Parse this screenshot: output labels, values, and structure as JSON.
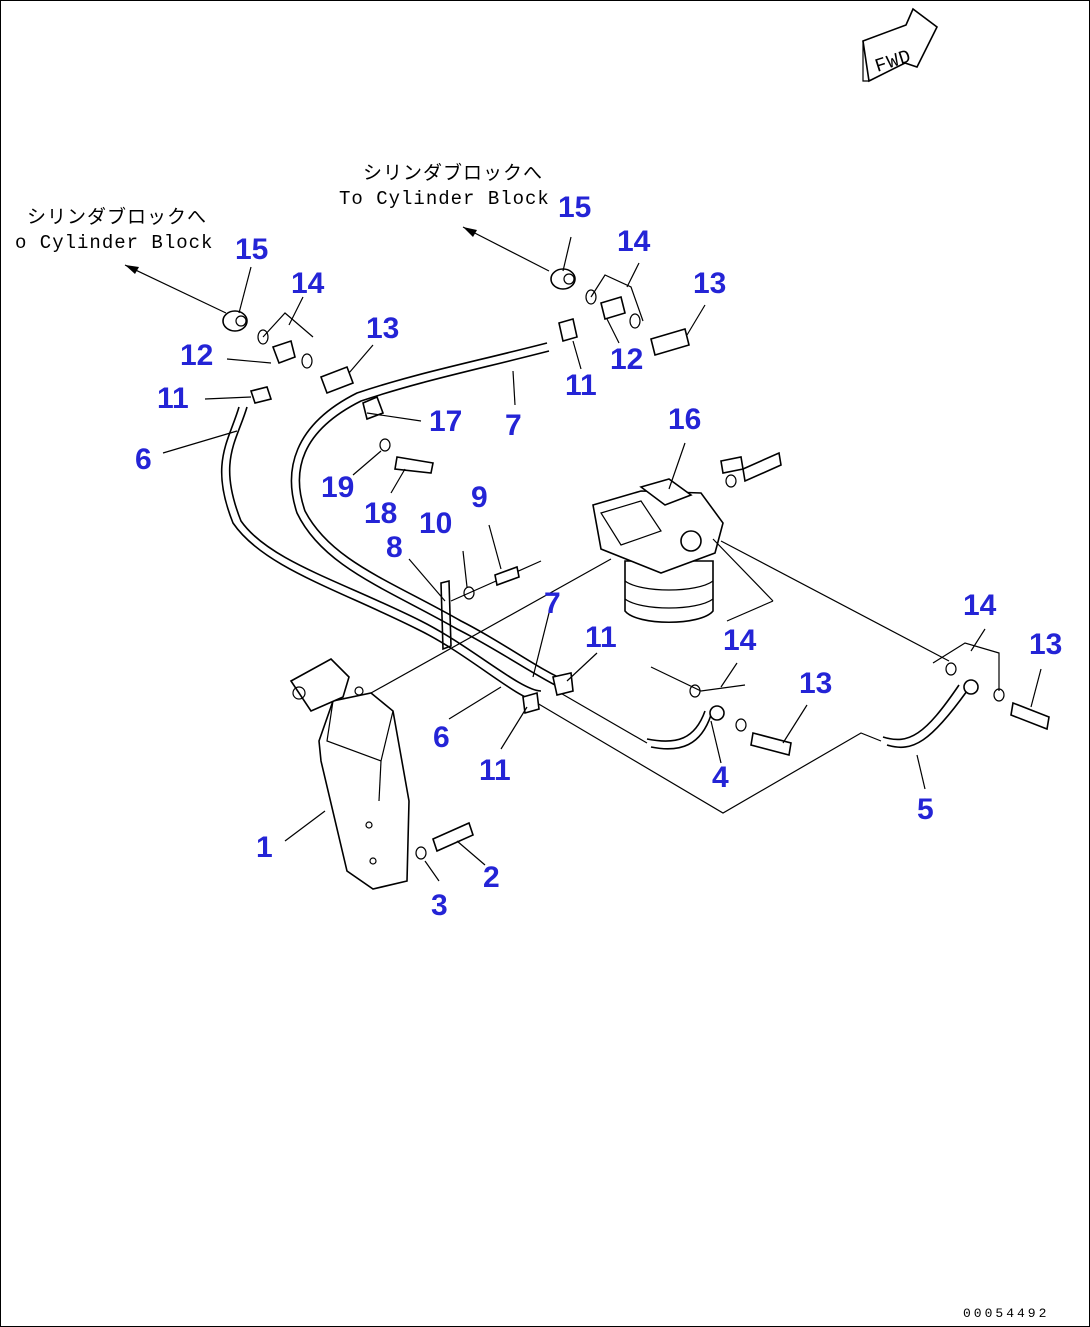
{
  "fwd_label": "FWD",
  "notes": [
    {
      "jp": "シリンダブロックへ",
      "en": "To Cylinder Block"
    },
    {
      "jp": "シリンダブロックへ",
      "en": "o Cylinder Block"
    }
  ],
  "drawing_code": "00054492",
  "callouts": [
    "15",
    "14",
    "13",
    "12",
    "11",
    "7",
    "15",
    "14",
    "13",
    "12",
    "11",
    "6",
    "17",
    "19",
    "18",
    "16",
    "10",
    "9",
    "8",
    "7",
    "11",
    "6",
    "11",
    "14",
    "13",
    "4",
    "14",
    "13",
    "5",
    "1",
    "2",
    "3"
  ]
}
